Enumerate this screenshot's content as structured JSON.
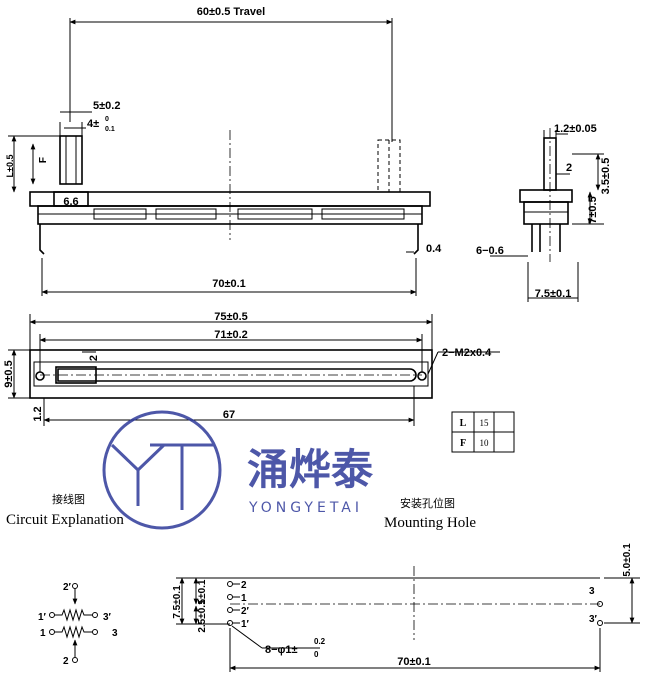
{
  "dimensions": {
    "travel": "60±0.5 Travel",
    "knob_width": "5±0.2",
    "knob_thickness_main": "4±",
    "knob_thickness_sup": "0",
    "knob_thickness_sub": "0.1",
    "length_L": "L±0.5",
    "f_label": "F",
    "base_height": "6.6",
    "body_length_bottom": "70±0.1",
    "terminal_offset": "0.4",
    "overall_length": "75±0.5",
    "mount_span": "71±0.2",
    "thread_callout": "2−M2x0.4",
    "body_width": "9±0.5",
    "slot_offset": "1.2",
    "slot_width": "2",
    "slot_length": "67",
    "side_shaft_width": "1.2±0.05",
    "side_slot": "2",
    "side_height_a": "3.5±0.5",
    "side_height_b": "7±0.5",
    "side_pins": "6−0.6",
    "side_base": "7.5±0.1"
  },
  "lf_table": [
    {
      "key": "L",
      "value": "15"
    },
    {
      "key": "F",
      "value": "10"
    }
  ],
  "brand": {
    "logo_letters": "YT",
    "cn_name": "涌烨泰",
    "en_name": "YONGYETAI"
  },
  "sections": {
    "circuit_cn": "接线图",
    "circuit_en": "Circuit Explanation",
    "mounting_cn": "安装孔位图",
    "mounting_en": "Mounting Hole"
  },
  "circuit_pins": {
    "p2p": "2′",
    "p1p": "1′",
    "p3p": "3′",
    "p1": "1",
    "p3": "3",
    "p2": "2"
  },
  "mounting": {
    "pitch_a": "7.5±0.1",
    "pitch_b": "5±0.1",
    "pitch_c": "2.5±0.1",
    "pin_2": "2",
    "pin_1": "1",
    "pin_2p": "2′",
    "pin_1p": "1′",
    "holes": "8−φ1±",
    "holes_sup": "0.2",
    "holes_sub": "0",
    "span": "70±0.1",
    "right_height": "5.0±0.1",
    "pin_3": "3",
    "pin_3p": "3′"
  }
}
